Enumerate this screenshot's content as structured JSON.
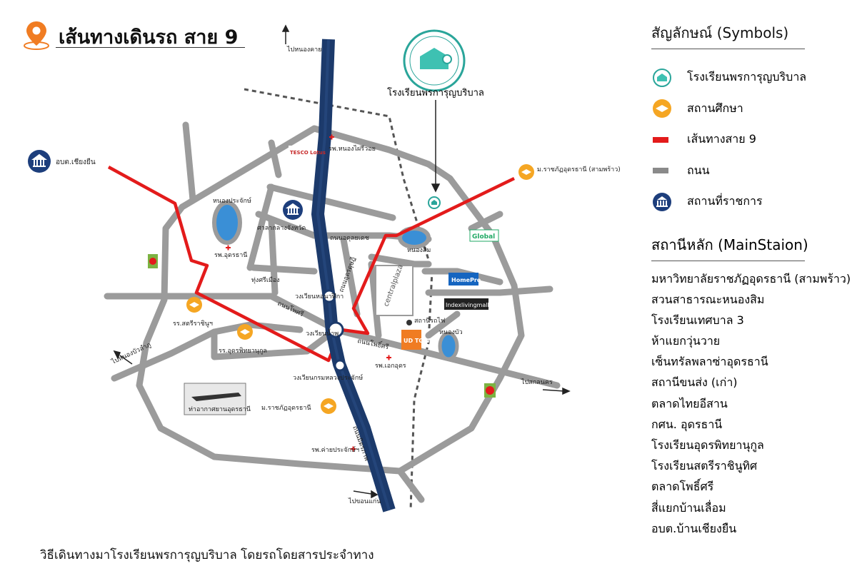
{
  "header": {
    "title": "เส้นทางเดินรถ สาย 9"
  },
  "colors": {
    "route": "#e31b1b",
    "road": "#9b9b9b",
    "highway": "#1c3a6b",
    "gov_icon": "#1d3e7c",
    "school_icon": "#f5a623",
    "pin": "#f07c22",
    "rail": "#555555"
  },
  "map": {
    "school_logo_caption": "โรงเรียนพรการุญบริบาล",
    "school_logo_text": "โรงเรียนพรการุญบริบาล",
    "labels": {
      "to_nongkhai": "ไปหนองคาย",
      "to_khonkaen": "ไปขอนแก่น",
      "to_nongbualamphu": "ไปหนองบัวลำภู",
      "to_sakon": "ไปสกลนคร",
      "obt_chiangyuen": "อบต.เชียงยืน",
      "hosp_nongkhai": "รพ.หนองไผ่รีวอย",
      "tesco": "TESCO Lotus",
      "nong_prajak": "หนองประจักษ์",
      "hosp_udon": "รพ.อุดรธานี",
      "city_hall": "ศาลากลางจังหวัด",
      "thung_sri": "ทุ่งศรีเมือง",
      "rd_phosri": "ถนนโพศรี",
      "rd_adunyadet": "ถนนอดุลยเดช",
      "rd_udondutsadee": "ถนนอุดรดุษฎี",
      "rd_phanpracha": "ถนนโพธิ์ศรี",
      "rd_mittraphap": "ถนนมิตรภาพ",
      "circle1": "วงเวียนหอนาฬิกา",
      "circle2": "วงเวียนน้ำพุ",
      "circle3": "วงเวียนกรมหลวงประจักษ์",
      "central_plaza": "centralplaza",
      "station": "สถานีรถไฟ",
      "ud_town": "UD TOWN",
      "hosp_aekudon": "รพ.เอกอุดร",
      "nong_sim": "หนองสิม",
      "nong_bua": "หนองบัว",
      "global": "Global",
      "homepro": "HomePro",
      "index": "Indexlivingmall",
      "udon_rajabhat_sam_phrao": "ม.ราชภัฏอุดรธานี (สามพร้าว)",
      "udon_rajabhat": "ม.ราชภัฏอุดรธานี",
      "satri_rachinuthit": "รร.สตรีราชินูฯ",
      "udon_pittayanukul": "รร.อุดรพิทยานุกูล",
      "airport": "ท่าอากาศยานอุดรธานี",
      "hosp_army": "รพ.ค่ายประจักษ์ฯ"
    }
  },
  "legend": {
    "heading": "สัญลักษณ์ (Symbols)",
    "items": [
      {
        "label": "โรงเรียนพรการุญบริบาล",
        "icon": "school-logo-icon"
      },
      {
        "label": "สถานศึกษา",
        "icon": "graduation-cap-icon"
      },
      {
        "label": "เส้นทางสาย 9",
        "icon": "route-line-icon"
      },
      {
        "label": "ถนน",
        "icon": "road-line-icon"
      },
      {
        "label": "สถานที่ราชการ",
        "icon": "government-building-icon"
      }
    ]
  },
  "stations": {
    "heading": "สถานีหลัก (MainStaion)",
    "items": [
      "มหาวิทยาลัยราชภัฏอุดรธานี (สามพร้าว)",
      "สวนสาธารณะหนองสิม",
      "โรงเรียนเทศบาล 3",
      "ห้าแยกวุ่นวาย",
      "เซ็นทรัลพลาซ่าอุดรธานี",
      "สถานีขนส่ง (เก่า)",
      "ตลาดไทยอีสาน",
      "กศน. อุดรธานี",
      "โรงเรียนอุดรพิทยานุกูล",
      "โรงเรียนสตรีราชินูทิศ",
      "ตลาดโพธิ์ศรี",
      "สี่แยกบ้านเลื่อม",
      "อบต.บ้านเชียงยืน"
    ]
  },
  "footer": {
    "text": "วิธีเดินทางมาโรงเรียนพรการุญบริบาล โดยรถโดยสารประจำทาง"
  }
}
